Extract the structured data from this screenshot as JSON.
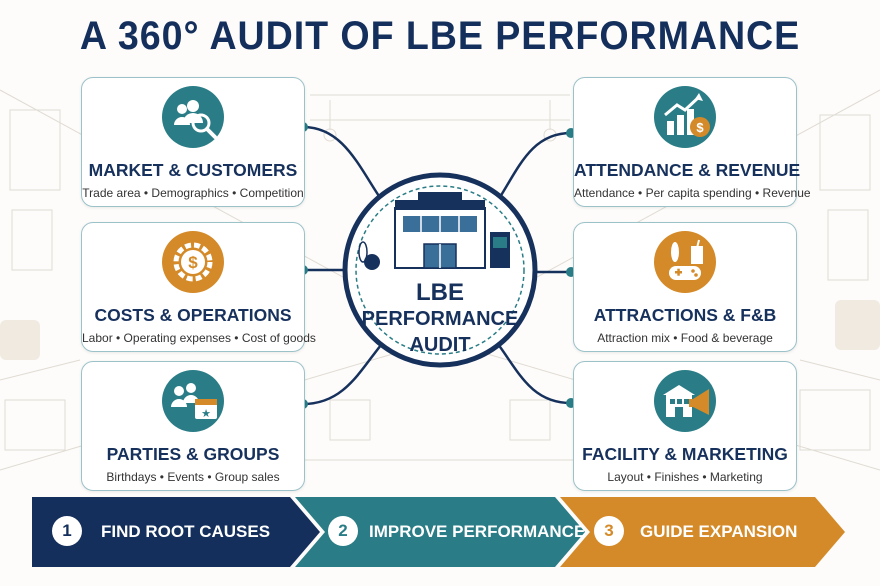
{
  "title": "A 360° AUDIT OF LBE PERFORMANCE",
  "center": {
    "line1": "LBE",
    "line2": "PERFORMANCE",
    "line3": "AUDIT"
  },
  "cards": [
    {
      "title": "MARKET & CUSTOMERS",
      "subtitle": "Trade area • Demographics • Competition",
      "icon": "customers-search-icon"
    },
    {
      "title": "COSTS & OPERATIONS",
      "subtitle": "Labor • Operating expenses • Cost of goods",
      "icon": "dollar-gear-icon"
    },
    {
      "title": "PARTIES & GROUPS",
      "subtitle": "Birthdays • Events • Group sales",
      "icon": "group-calendar-icon"
    },
    {
      "title": "ATTENDANCE & REVENUE",
      "subtitle": "Attendance • Per capita spending • Revenue",
      "icon": "growth-chart-icon"
    },
    {
      "title": "ATTRACTIONS & F&B",
      "subtitle": "Attraction mix • Food & beverage",
      "icon": "bowling-gamepad-drink-icon"
    },
    {
      "title": "FACILITY & MARKETING",
      "subtitle": "Layout • Finishes • Marketing",
      "icon": "building-megaphone-icon"
    }
  ],
  "steps": [
    {
      "num": "1",
      "label": "FIND ROOT CAUSES",
      "color": "#142f5c"
    },
    {
      "num": "2",
      "label": "IMPROVE PERFORMANCE",
      "color": "#2a7d86"
    },
    {
      "num": "3",
      "label": "GUIDE EXPANSION",
      "color": "#d48a28"
    }
  ],
  "colors": {
    "navy": "#142f5c",
    "teal": "#2a7d86",
    "orange": "#d48a28"
  }
}
